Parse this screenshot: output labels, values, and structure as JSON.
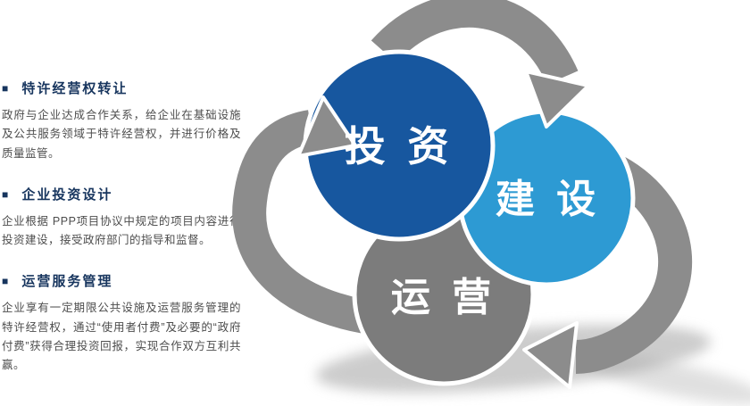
{
  "bullet_glyph": "■",
  "sections": [
    {
      "title": "特许经营权转让",
      "body": "政府与企业达成合作关系，给企业在基础设施及公共服务领域于特许经营权，并进行价格及质量监管。"
    },
    {
      "title": "企业投资设计",
      "body": "企业根据 PPP项目协议中规定的项目内容进行投资建设，接受政府部门的指导和监督。"
    },
    {
      "title": "运营服务管理",
      "body": "企业享有一定期限公共设施及运营服务管理的特许经营权，通过“使用者付费”及必要的“政府付费”获得合理投资回报，实现合作双方互利共赢。"
    }
  ],
  "diagram": {
    "nodes": [
      {
        "label": "投 资",
        "color": "#17579f"
      },
      {
        "label": "建 设",
        "color": "#2d9ad3"
      },
      {
        "label": "运 营",
        "color": "#7c7c7c"
      }
    ],
    "arrow_color": "#8c8c8c"
  },
  "colors": {
    "title_text": "#17355e",
    "body_text": "#4d4d4d",
    "background": "#ffffff"
  }
}
